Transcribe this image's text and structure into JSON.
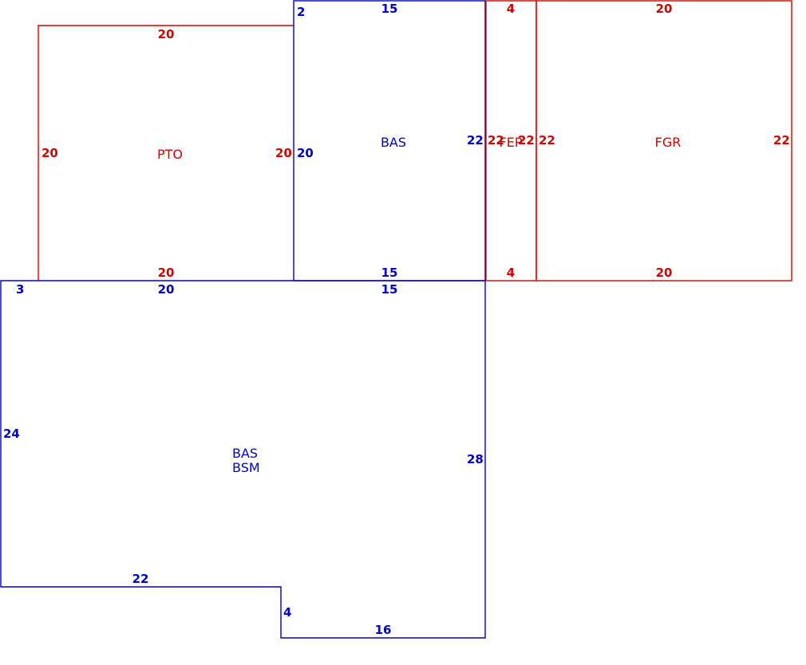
{
  "colors": {
    "red": "#d40000",
    "blue": "#0000c8"
  },
  "areas": {
    "pto": {
      "label": "PTO",
      "dims": {
        "top": "20",
        "left": "20",
        "right": "20",
        "bottom": "20"
      }
    },
    "bas_upper": {
      "label": "BAS",
      "dims": {
        "corner": "2",
        "top": "15",
        "left": "20",
        "right": "22",
        "bottom": "15"
      }
    },
    "fep": {
      "label": "FEP",
      "dims": {
        "top": "4",
        "left": "22",
        "right": "22",
        "bottom": "4"
      }
    },
    "fgr": {
      "label": "FGR",
      "dims": {
        "top": "20",
        "left": "22",
        "right": "22",
        "bottom": "20"
      }
    },
    "bas_bsm": {
      "label_line1": "BAS",
      "label_line2": "BSM",
      "dims": {
        "corner": "3",
        "top_left": "20",
        "top_right": "15",
        "left": "24",
        "right": "28",
        "bottom_left": "22",
        "step": "4",
        "bottom_right": "16"
      }
    }
  }
}
